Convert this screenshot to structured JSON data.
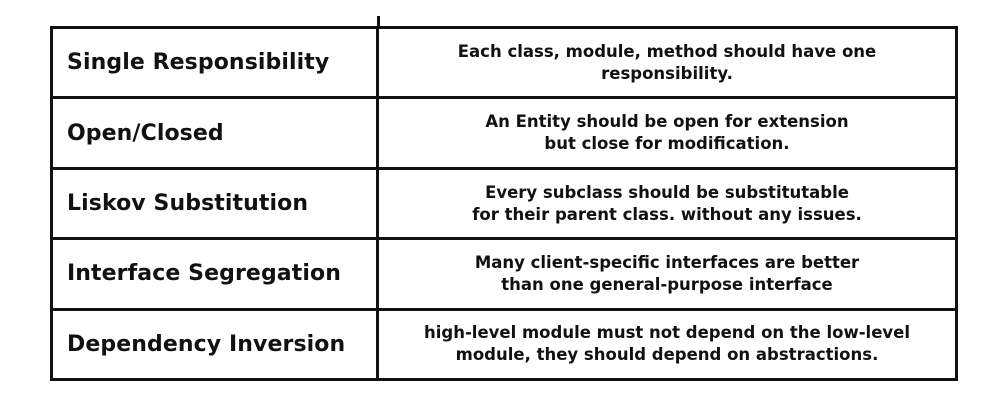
{
  "principles": [
    {
      "name": "Single Responsibility",
      "description": [
        "Each class, module, method should have one",
        "responsibility."
      ]
    },
    {
      "name": "Open/Closed",
      "description": [
        "An Entity should be open for extension",
        "but close for modification."
      ]
    },
    {
      "name": "Liskov Substitution",
      "description": [
        "Every subclass should be substitutable",
        "for their parent class. without any issues."
      ]
    },
    {
      "name": "Interface Segregation",
      "description": [
        "Many client-specific interfaces are better",
        "than one general-purpose interface"
      ]
    },
    {
      "name": "Dependency Inversion",
      "description": [
        "high-level module must not depend on the low-level",
        "module, they should depend on abstractions."
      ]
    }
  ]
}
